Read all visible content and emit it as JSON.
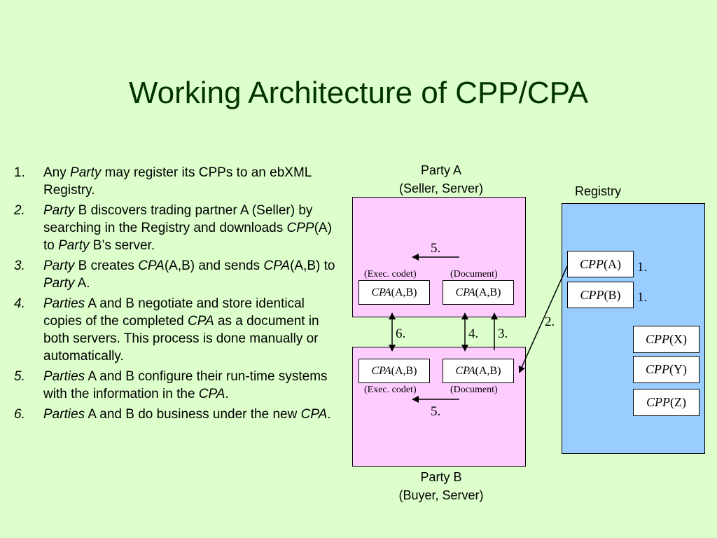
{
  "title": "Working Architecture of CPP/CPA",
  "steps": [
    {
      "num": "1.",
      "parts": [
        [
          "Any ",
          false
        ],
        [
          "Party",
          true
        ],
        [
          " may register its CPPs to an ebXML Registry.",
          false
        ]
      ]
    },
    {
      "num": "2.",
      "parts": [
        [
          "Party",
          true
        ],
        [
          " B discovers trading partner A (Seller) by searching in the Registry and downloads ",
          false
        ],
        [
          "CPP",
          true
        ],
        [
          "(A) to ",
          false
        ],
        [
          "Party",
          true
        ],
        [
          " B’s server.",
          false
        ]
      ]
    },
    {
      "num": "3.",
      "parts": [
        [
          "Party",
          true
        ],
        [
          " B creates ",
          false
        ],
        [
          "CPA",
          true
        ],
        [
          "(A,B) and sends ",
          false
        ],
        [
          "CPA",
          true
        ],
        [
          "(A,B) to ",
          false
        ],
        [
          "Party",
          true
        ],
        [
          " A.",
          false
        ]
      ]
    },
    {
      "num": "4.",
      "parts": [
        [
          "Parties",
          true
        ],
        [
          " A and B negotiate and store identical copies of the completed ",
          false
        ],
        [
          "CPA",
          true
        ],
        [
          " as a document in both servers. This process is done manually or automatically.",
          false
        ]
      ]
    },
    {
      "num": "5.",
      "parts": [
        [
          "Parties",
          true
        ],
        [
          " A and B configure their run-time systems with the information in the ",
          false
        ],
        [
          "CPA",
          true
        ],
        [
          ".",
          false
        ]
      ]
    },
    {
      "num": "6.",
      "parts": [
        [
          "Parties",
          true
        ],
        [
          " A and B do business under the new ",
          false
        ],
        [
          "CPA",
          true
        ],
        [
          ".",
          false
        ]
      ]
    }
  ],
  "diagram": {
    "party_a": {
      "name": "Party A",
      "role": "(Seller, Server)"
    },
    "party_b": {
      "name": "Party B",
      "role": "(Buyer, Server)"
    },
    "registry": {
      "name": "Registry"
    },
    "exec_label": "(Exec. codet)",
    "doc_label": "(Document)",
    "cpa_em": "CPA",
    "cpa_args": "(A,B)",
    "cpp_em": "CPP",
    "registry_items": [
      {
        "em": "CPP",
        "arg": "(A)"
      },
      {
        "em": "CPP",
        "arg": "(B)"
      },
      {
        "em": "CPP",
        "arg": "(X)"
      },
      {
        "em": "CPP",
        "arg": "(Y)"
      },
      {
        "em": "CPP",
        "arg": "(Z)"
      }
    ],
    "step_labels": {
      "s1a": "1.",
      "s1b": "1.",
      "s2": "2.",
      "s3": "3.",
      "s4": "4.",
      "s5a": "5.",
      "s5b": "5.",
      "s6": "6."
    }
  }
}
